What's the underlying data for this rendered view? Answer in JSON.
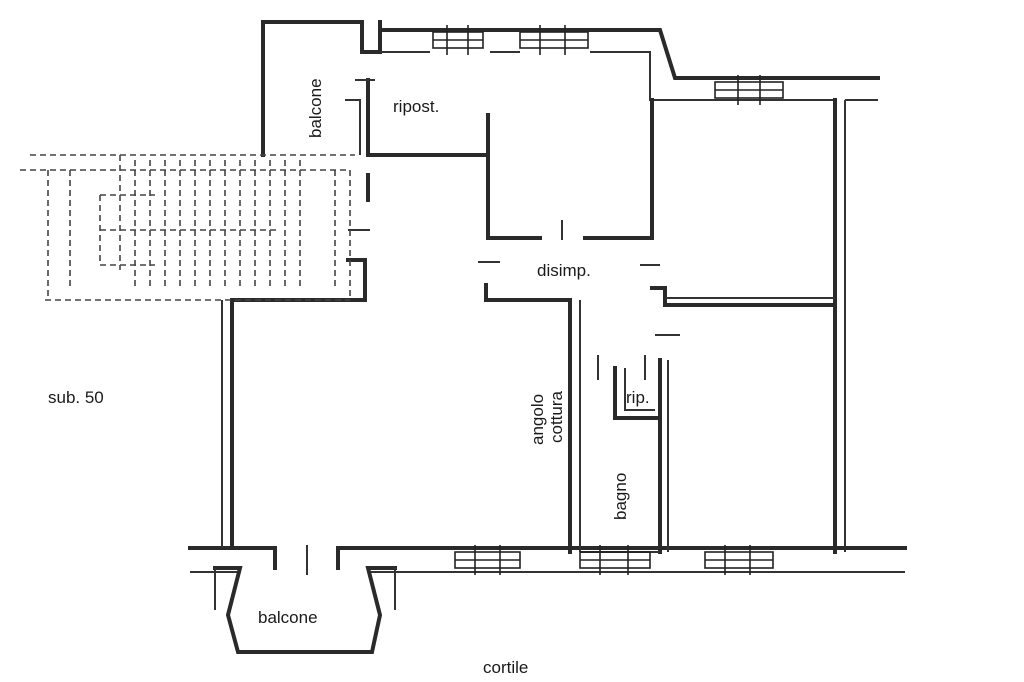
{
  "plan": {
    "labels": {
      "balcone_top": "balcone",
      "ripost": "ripost.",
      "disimp": "disimp.",
      "angolo": "angolo",
      "cottura": "cottura",
      "rip": "rip.",
      "bagno": "bagno",
      "sub": "sub. 50",
      "balcone_bottom": "balcone",
      "cortile": "cortile"
    }
  }
}
